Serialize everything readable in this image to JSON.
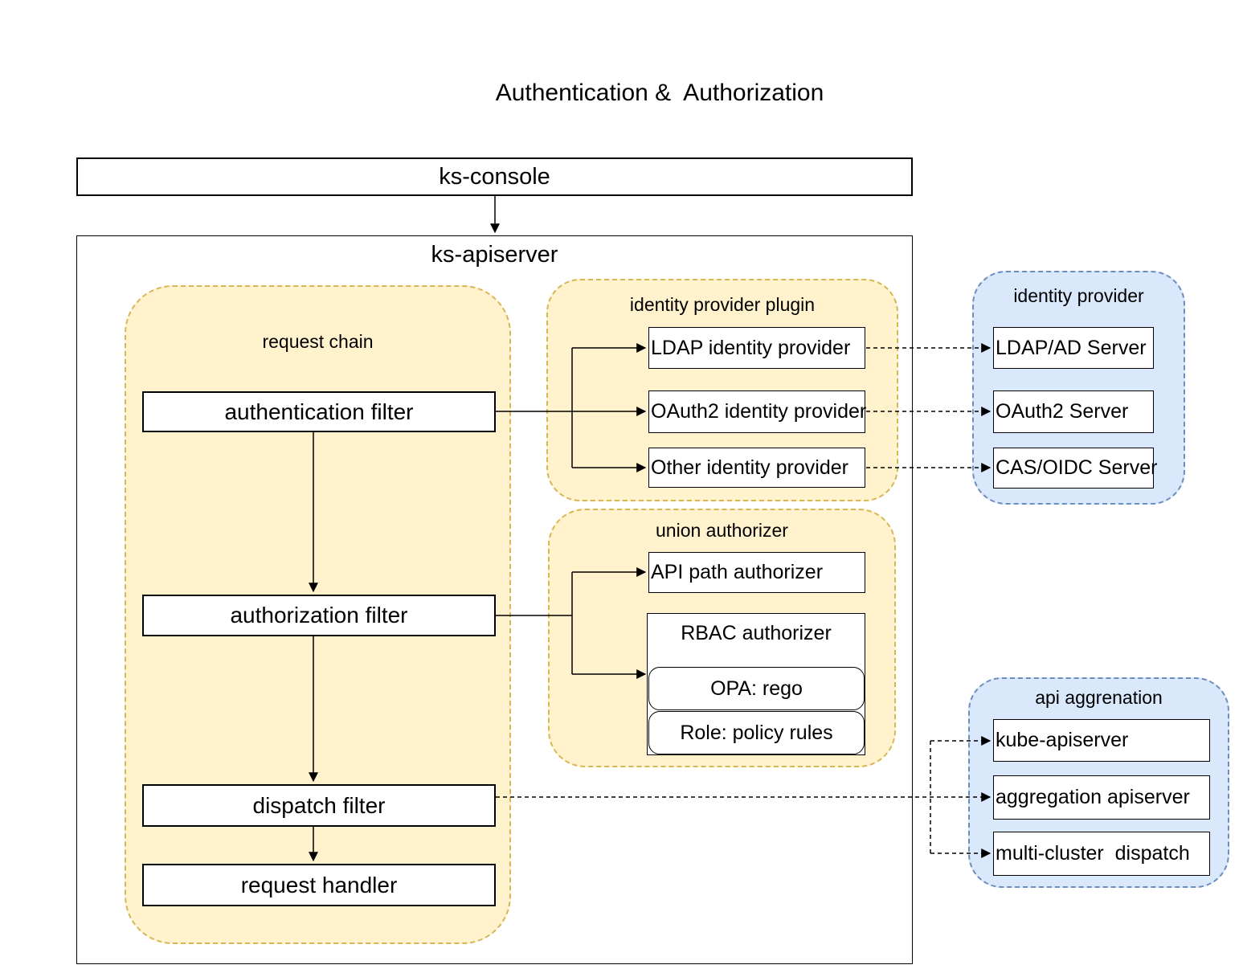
{
  "title": "Authentication &  Authorization",
  "ks_console": {
    "label": "ks-console"
  },
  "ks_apiserver": {
    "label": "ks-apiserver"
  },
  "request_chain": {
    "label": "request chain",
    "authentication_filter": "authentication filter",
    "authorization_filter": "authorization filter",
    "dispatch_filter": "dispatch filter",
    "request_handler": "request handler"
  },
  "identity_provider_plugin": {
    "label": "identity provider plugin",
    "items": [
      "LDAP identity provider",
      "OAuth2 identity provider",
      "Other identity provider"
    ]
  },
  "union_authorizer": {
    "label": "union authorizer",
    "api_path_authorizer": "API path authorizer",
    "rbac_authorizer": "RBAC authorizer",
    "opa_rego": "OPA: rego",
    "role_policy_rules": "Role: policy rules"
  },
  "identity_provider": {
    "label": "identity provider",
    "items": [
      "LDAP/AD Server",
      "OAuth2 Server",
      "CAS/OIDC Server"
    ]
  },
  "api_aggregation": {
    "label": "api aggrenation",
    "items": [
      "kube-apiserver",
      "aggregation apiserver",
      "multi-cluster  dispatch"
    ]
  },
  "colors": {
    "yellow_fill": "#FFF2CC",
    "yellow_border": "#D6B656",
    "blue_fill": "#DAE8FC",
    "blue_border": "#6C8EBF",
    "line": "#000000",
    "box_fill": "#FFFFFF"
  }
}
